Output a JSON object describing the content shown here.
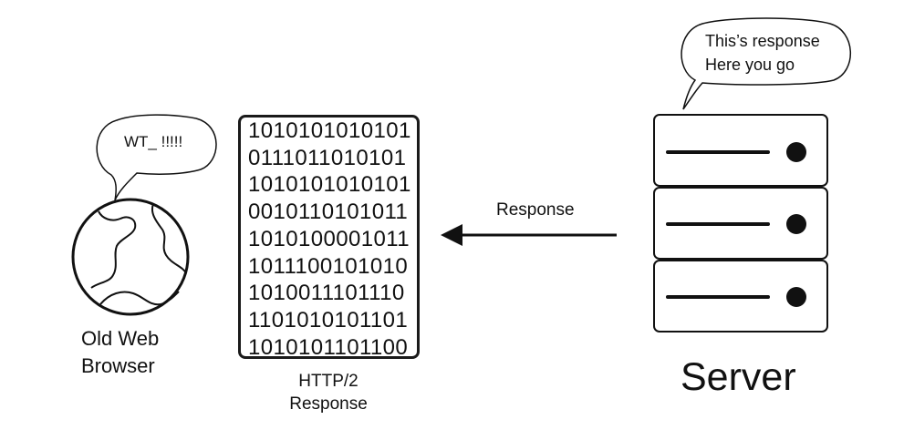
{
  "browser": {
    "label_line1": "Old Web",
    "label_line2": "Browser",
    "bubble_text": "WT_ !!!!!"
  },
  "server": {
    "label": "Server",
    "bubble_line1": "This’s response",
    "bubble_line2": "Here you go"
  },
  "arrow": {
    "label": "Response"
  },
  "payload": {
    "caption_line1": "HTTP/2",
    "caption_line2": "Response",
    "binary_lines": [
      "1010101010101",
      "0111011010101",
      "1010101010101",
      "0010110101011",
      "1010100001011",
      "1011100101010",
      "1010011101110",
      "1101010101101",
      "1010101101100"
    ]
  }
}
